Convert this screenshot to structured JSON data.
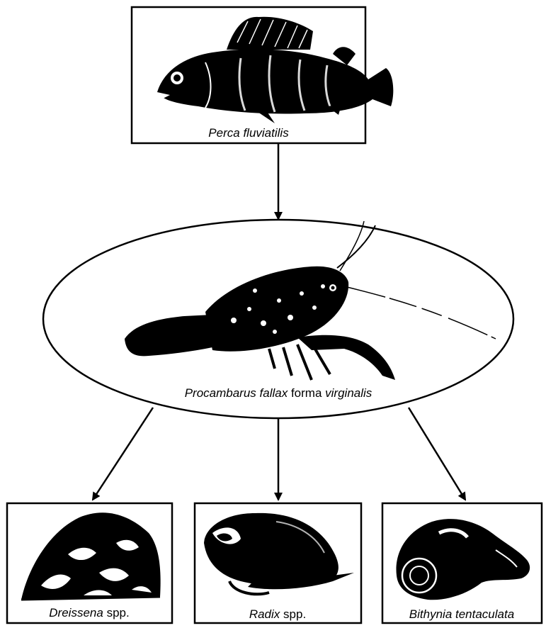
{
  "colors": {
    "ink": "#000000",
    "paper": "#ffffff"
  },
  "predator": {
    "genus": "Perca",
    "species": "fluviatilis",
    "icon": "perch-fish-silhouette"
  },
  "crayfish": {
    "genus": "Procambarus",
    "species": "fallax",
    "rank_word": "forma",
    "form_name": "virginalis",
    "icon": "marbled-crayfish-silhouette"
  },
  "prey": [
    {
      "name_italic": "Dreissena",
      "name_plain": "spp.",
      "icon": "mussel-shell-silhouette"
    },
    {
      "name_italic": "Radix",
      "name_plain": "spp.",
      "icon": "pond-snail-silhouette"
    },
    {
      "name_italic": "Bithynia tentaculata",
      "name_plain": "",
      "icon": "bithynia-snail-silhouette"
    }
  ]
}
